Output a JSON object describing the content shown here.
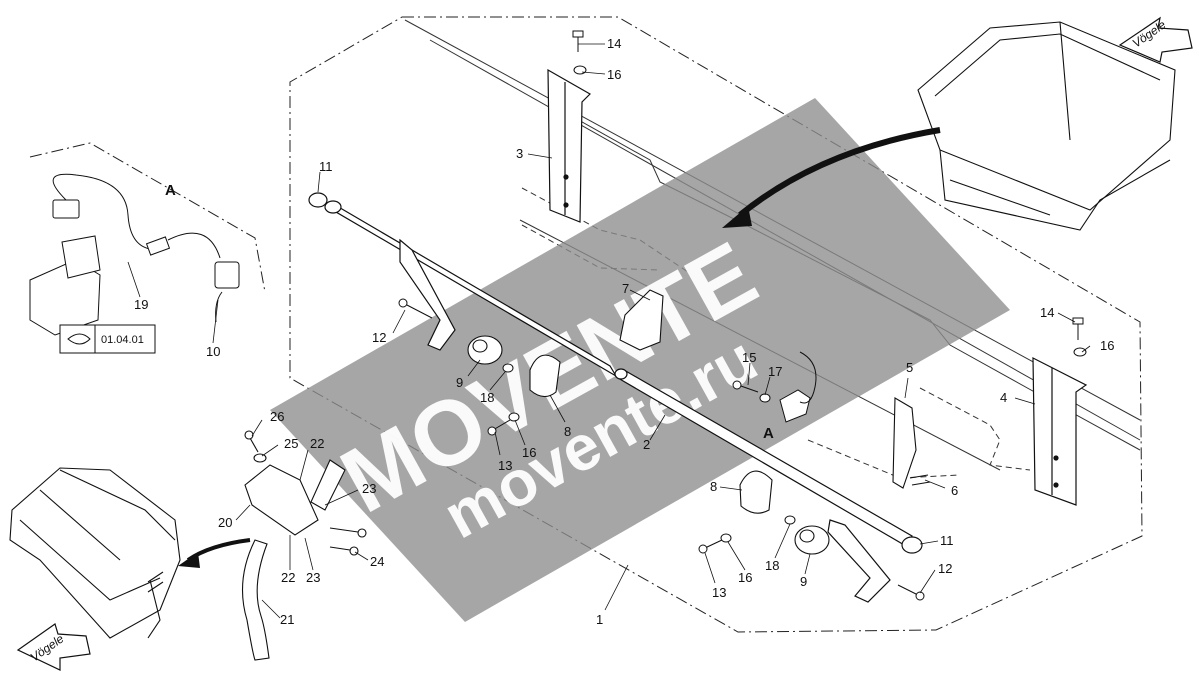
{
  "diagram": {
    "detail_marker": "A",
    "reference_code": "01.04.01",
    "brand_arrow_text": "Vögele",
    "part_numbers": {
      "p1": "1",
      "p2": "2",
      "p3": "3",
      "p4": "4",
      "p5": "5",
      "p6": "6",
      "p7": "7",
      "p8a": "8",
      "p8b": "8",
      "p9a": "9",
      "p9b": "9",
      "p10": "10",
      "p11a": "11",
      "p11b": "11",
      "p12a": "12",
      "p12b": "12",
      "p13a": "13",
      "p13b": "13",
      "p14a": "14",
      "p14b": "14",
      "p15": "15",
      "p16a": "16",
      "p16b": "16",
      "p16c": "16",
      "p16d": "16",
      "p17": "17",
      "p18a": "18",
      "p18b": "18",
      "p19": "19",
      "p20": "20",
      "p21": "21",
      "p22a": "22",
      "p22b": "22",
      "p23a": "23",
      "p23b": "23",
      "p24": "24",
      "p25": "25",
      "p26": "26"
    }
  },
  "watermark": {
    "logo_text": "MOVENTE",
    "url_text": "movente.ru"
  }
}
